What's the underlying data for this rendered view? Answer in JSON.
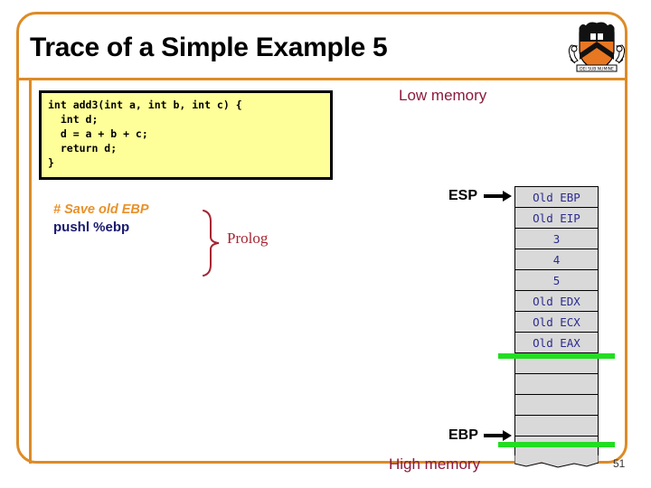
{
  "slide": {
    "title": "Trace of a Simple Example 5",
    "number": "51",
    "logo_name": "princeton-shield-logo",
    "frame_color": "#DD8B26",
    "title_color": "#000000"
  },
  "code_box": {
    "language": "c",
    "background": "#FFFF99",
    "border_color": "#000000",
    "lines": [
      "int add3(int a, int b, int c) {",
      "  int d;",
      "  d = a + b + c;",
      "  return d;",
      "}"
    ],
    "text": "int add3(int a, int b, int c) {\n  int d;\n  d = a + b + c;\n  return d;\n}"
  },
  "assembly": {
    "comment": "# Save old EBP",
    "comment_color": "#E8912A",
    "instruction": "pushl %ebp",
    "instruction_color": "#191970",
    "group_label": "Prolog",
    "group_label_color": "#A62532",
    "brace_name": "right-curly-brace"
  },
  "memory": {
    "low_label": "Low memory",
    "high_label": "High memory",
    "label_color": "#8C1A3C"
  },
  "stack": {
    "cell_background": "#D9D9D9",
    "cell_text_color": "#2B2B8F",
    "cells": [
      {
        "value": "Old EBP",
        "empty": false
      },
      {
        "value": "Old EIP",
        "empty": false
      },
      {
        "value": "3",
        "empty": false
      },
      {
        "value": "4",
        "empty": false
      },
      {
        "value": "5",
        "empty": false
      },
      {
        "value": "Old EDX",
        "empty": false
      },
      {
        "value": "Old ECX",
        "empty": false
      },
      {
        "value": "Old EAX",
        "empty": false
      },
      {
        "value": "",
        "empty": true
      },
      {
        "value": "",
        "empty": true
      },
      {
        "value": "",
        "empty": true
      },
      {
        "value": "",
        "empty": true
      },
      {
        "value": "",
        "empty": true
      }
    ]
  },
  "pointers": [
    {
      "name": "ESP",
      "label": "ESP",
      "points_to_cell": 0
    },
    {
      "name": "EBP",
      "label": "EBP",
      "points_to_cell": 11
    }
  ],
  "markers": {
    "color": "#22DD22",
    "lines": [
      {
        "name": "green-line-top",
        "after_cell": 7
      },
      {
        "name": "green-line-bottom",
        "after_cell": 11
      }
    ]
  }
}
